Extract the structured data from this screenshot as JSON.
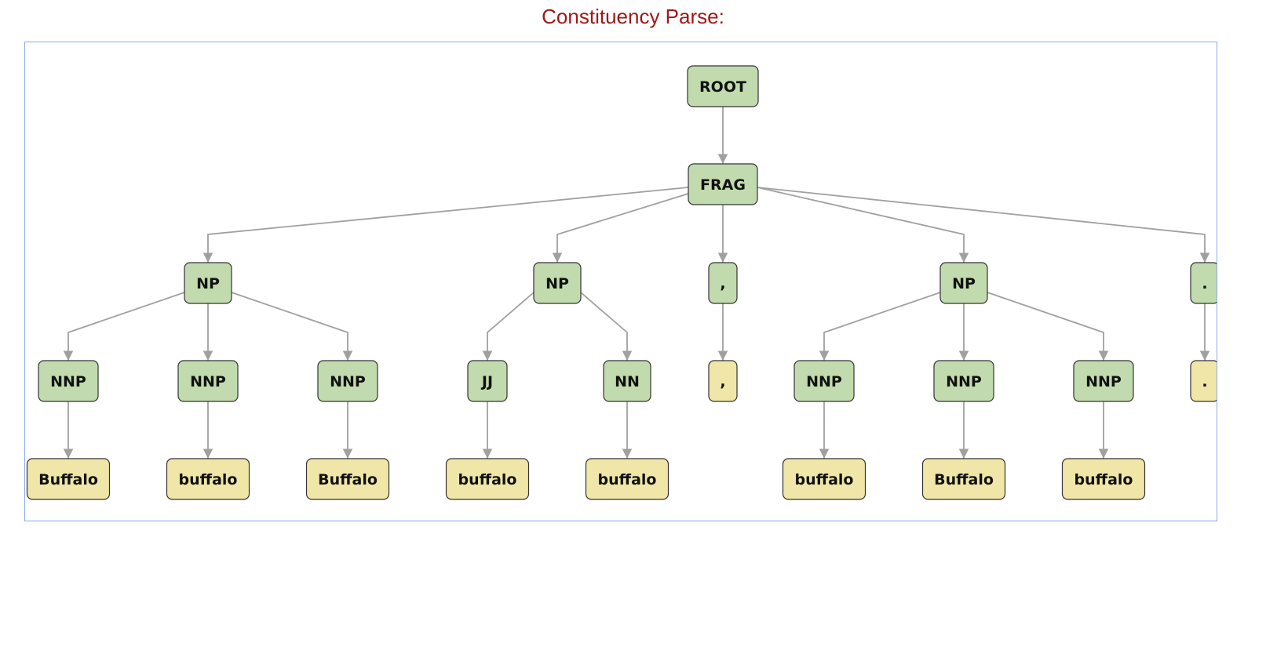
{
  "title": "Constituency Parse:",
  "colors": {
    "phrase_fill": "#c2dbae",
    "leaf_fill": "#f0e6a8",
    "edge": "#a0a0a0"
  },
  "tree": {
    "nodes": [
      {
        "id": "root",
        "label": "ROOT",
        "kind": "phrase"
      },
      {
        "id": "frag",
        "label": "FRAG",
        "kind": "phrase",
        "parent": "root"
      },
      {
        "id": "np1",
        "label": "NP",
        "kind": "phrase",
        "parent": "frag"
      },
      {
        "id": "np2",
        "label": "NP",
        "kind": "phrase",
        "parent": "frag"
      },
      {
        "id": "comma",
        "label": ",",
        "kind": "phrase",
        "parent": "frag"
      },
      {
        "id": "np3",
        "label": "NP",
        "kind": "phrase",
        "parent": "frag"
      },
      {
        "id": "period",
        "label": ".",
        "kind": "phrase",
        "parent": "frag"
      },
      {
        "id": "nnp1",
        "label": "NNP",
        "kind": "phrase",
        "parent": "np1"
      },
      {
        "id": "nnp2",
        "label": "NNP",
        "kind": "phrase",
        "parent": "np1"
      },
      {
        "id": "nnp3",
        "label": "NNP",
        "kind": "phrase",
        "parent": "np1"
      },
      {
        "id": "jj",
        "label": "JJ",
        "kind": "phrase",
        "parent": "np2"
      },
      {
        "id": "nn",
        "label": "NN",
        "kind": "phrase",
        "parent": "np2"
      },
      {
        "id": "comma_leaf",
        "label": ",",
        "kind": "leaf",
        "parent": "comma"
      },
      {
        "id": "nnp4",
        "label": "NNP",
        "kind": "phrase",
        "parent": "np3"
      },
      {
        "id": "nnp5",
        "label": "NNP",
        "kind": "phrase",
        "parent": "np3"
      },
      {
        "id": "nnp6",
        "label": "NNP",
        "kind": "phrase",
        "parent": "np3"
      },
      {
        "id": "period_leaf",
        "label": ".",
        "kind": "leaf",
        "parent": "period"
      },
      {
        "id": "w1",
        "label": "Buffalo",
        "kind": "leaf",
        "parent": "nnp1"
      },
      {
        "id": "w2",
        "label": "buffalo",
        "kind": "leaf",
        "parent": "nnp2"
      },
      {
        "id": "w3",
        "label": "Buffalo",
        "kind": "leaf",
        "parent": "nnp3"
      },
      {
        "id": "w4",
        "label": "buffalo",
        "kind": "leaf",
        "parent": "jj"
      },
      {
        "id": "w5",
        "label": "buffalo",
        "kind": "leaf",
        "parent": "nn"
      },
      {
        "id": "w6",
        "label": "buffalo",
        "kind": "leaf",
        "parent": "nnp4"
      },
      {
        "id": "w7",
        "label": "Buffalo",
        "kind": "leaf",
        "parent": "nnp5"
      },
      {
        "id": "w8",
        "label": "buffalo",
        "kind": "leaf",
        "parent": "nnp6"
      }
    ]
  }
}
